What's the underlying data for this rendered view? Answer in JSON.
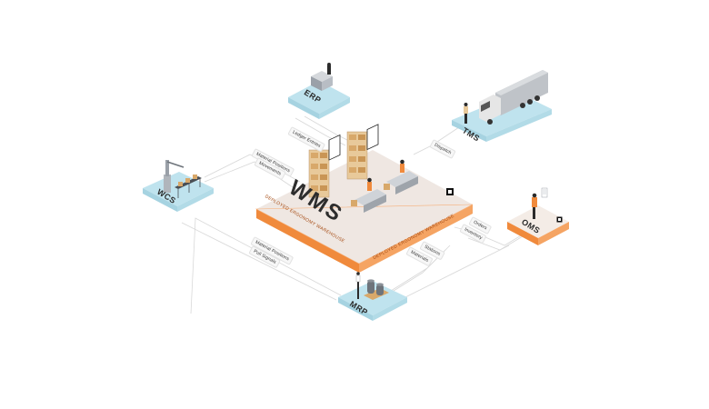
{
  "diagram": {
    "center": {
      "label": "WMS",
      "edge_text_left": "DEPLOYED ERGONOMY WAREHOUSE",
      "edge_text_right": "DEPLOYED ERGONOMY WAREHOUSE",
      "colors": {
        "top": "#efe7e2",
        "side": "#f08a3c",
        "edge": "#f5a463"
      }
    },
    "systems": [
      {
        "id": "erp",
        "label": "ERP",
        "color": "#bfe3ee"
      },
      {
        "id": "tms",
        "label": "TMS",
        "color": "#bfe3ee"
      },
      {
        "id": "wcs",
        "label": "WCS",
        "color": "#bfe3ee"
      },
      {
        "id": "oms",
        "label": "OMS",
        "color": "#f4ece6"
      },
      {
        "id": "mrp",
        "label": "MRP",
        "color": "#bfe3ee"
      }
    ],
    "flows": {
      "erp": [
        "Ledger Entries"
      ],
      "tms": [
        "Dispatch"
      ],
      "wcs": [
        "Material Positions",
        "Movements"
      ],
      "oms": [
        "Orders",
        "Inventory"
      ],
      "mrp_left": [
        "Material Positions",
        "Pull Signals"
      ],
      "mrp_right": [
        "Stations",
        "Materials"
      ]
    }
  }
}
